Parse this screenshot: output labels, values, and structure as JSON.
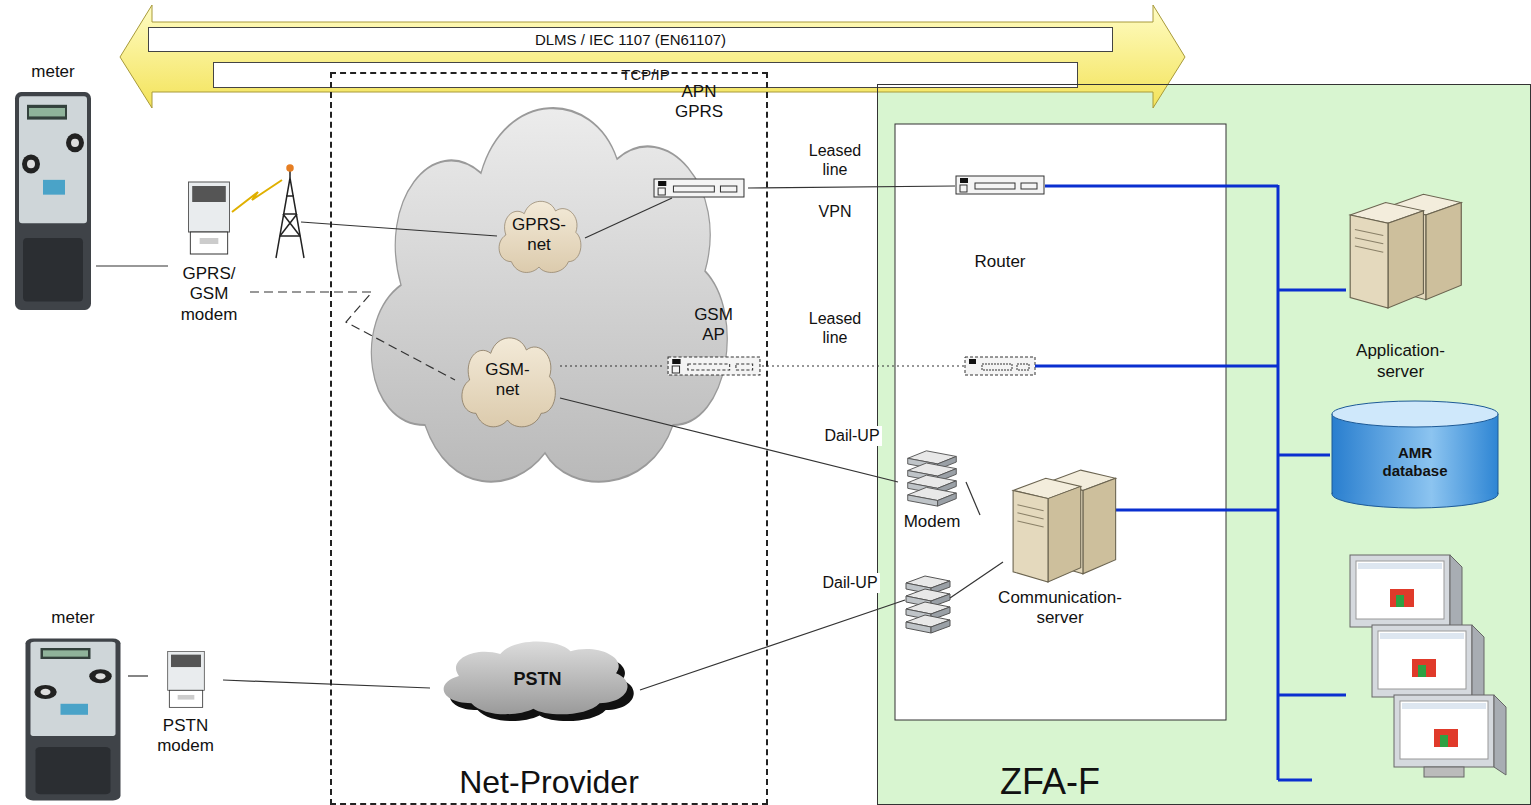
{
  "diagram": {
    "nodes": [
      {
        "text": [
          "DLMS / IEC 1107 (EN61107)"
        ]
      },
      {
        "text": [
          "TCP/IP"
        ]
      },
      {
        "text": [
          "meter"
        ]
      },
      {
        "text": [
          "GPRS/ GSM modem"
        ]
      },
      {
        "text": [
          "Net-Provider"
        ]
      },
      {
        "text": [
          "APN GPRS"
        ],
        "in": 4
      },
      {
        "text": [
          "GPRS- net"
        ],
        "in": 4
      },
      {
        "text": [
          "GSM AP"
        ],
        "in": 4
      },
      {
        "text": [
          "GSM- net"
        ],
        "in": 4
      },
      {
        "text": [
          "PSTN"
        ],
        "in": 4
      },
      {
        "text": [
          "ZFA-F"
        ]
      },
      {
        "text": [
          "Router"
        ],
        "in": 10
      },
      {
        "text": [
          "Modem"
        ],
        "in": 10
      },
      {
        "text": [
          "Communication- server"
        ],
        "in": 10
      },
      {
        "text": [
          "Application- server"
        ],
        "in": 10
      },
      {
        "text": [
          "AMR database"
        ],
        "in": 10
      },
      {
        "text": [
          "meter"
        ]
      },
      {
        "text": [
          "PSTN modem"
        ]
      }
    ],
    "edges": [
      {
        "from": 2,
        "to": 3,
        "arrow": "none"
      },
      {
        "from": 16,
        "to": 17,
        "arrow": "none"
      },
      {
        "from": 17,
        "to": 9,
        "arrow": "none"
      },
      {
        "from": 6,
        "to": 5,
        "arrow": "none"
      },
      {
        "from": 5,
        "to": 11,
        "label": "Leased line",
        "arrow": "none"
      },
      {
        "from": 8,
        "to": 7,
        "arrow": "none"
      },
      {
        "from": 8,
        "to": 12,
        "label": "Dail-UP",
        "arrow": "none"
      },
      {
        "from": 12,
        "to": 13,
        "arrow": "none"
      },
      {
        "from": 3,
        "to": 8,
        "arrow": "none"
      }
    ],
    "labels": [
      "VPN",
      "Leased line",
      "Dail-UP"
    ]
  }
}
